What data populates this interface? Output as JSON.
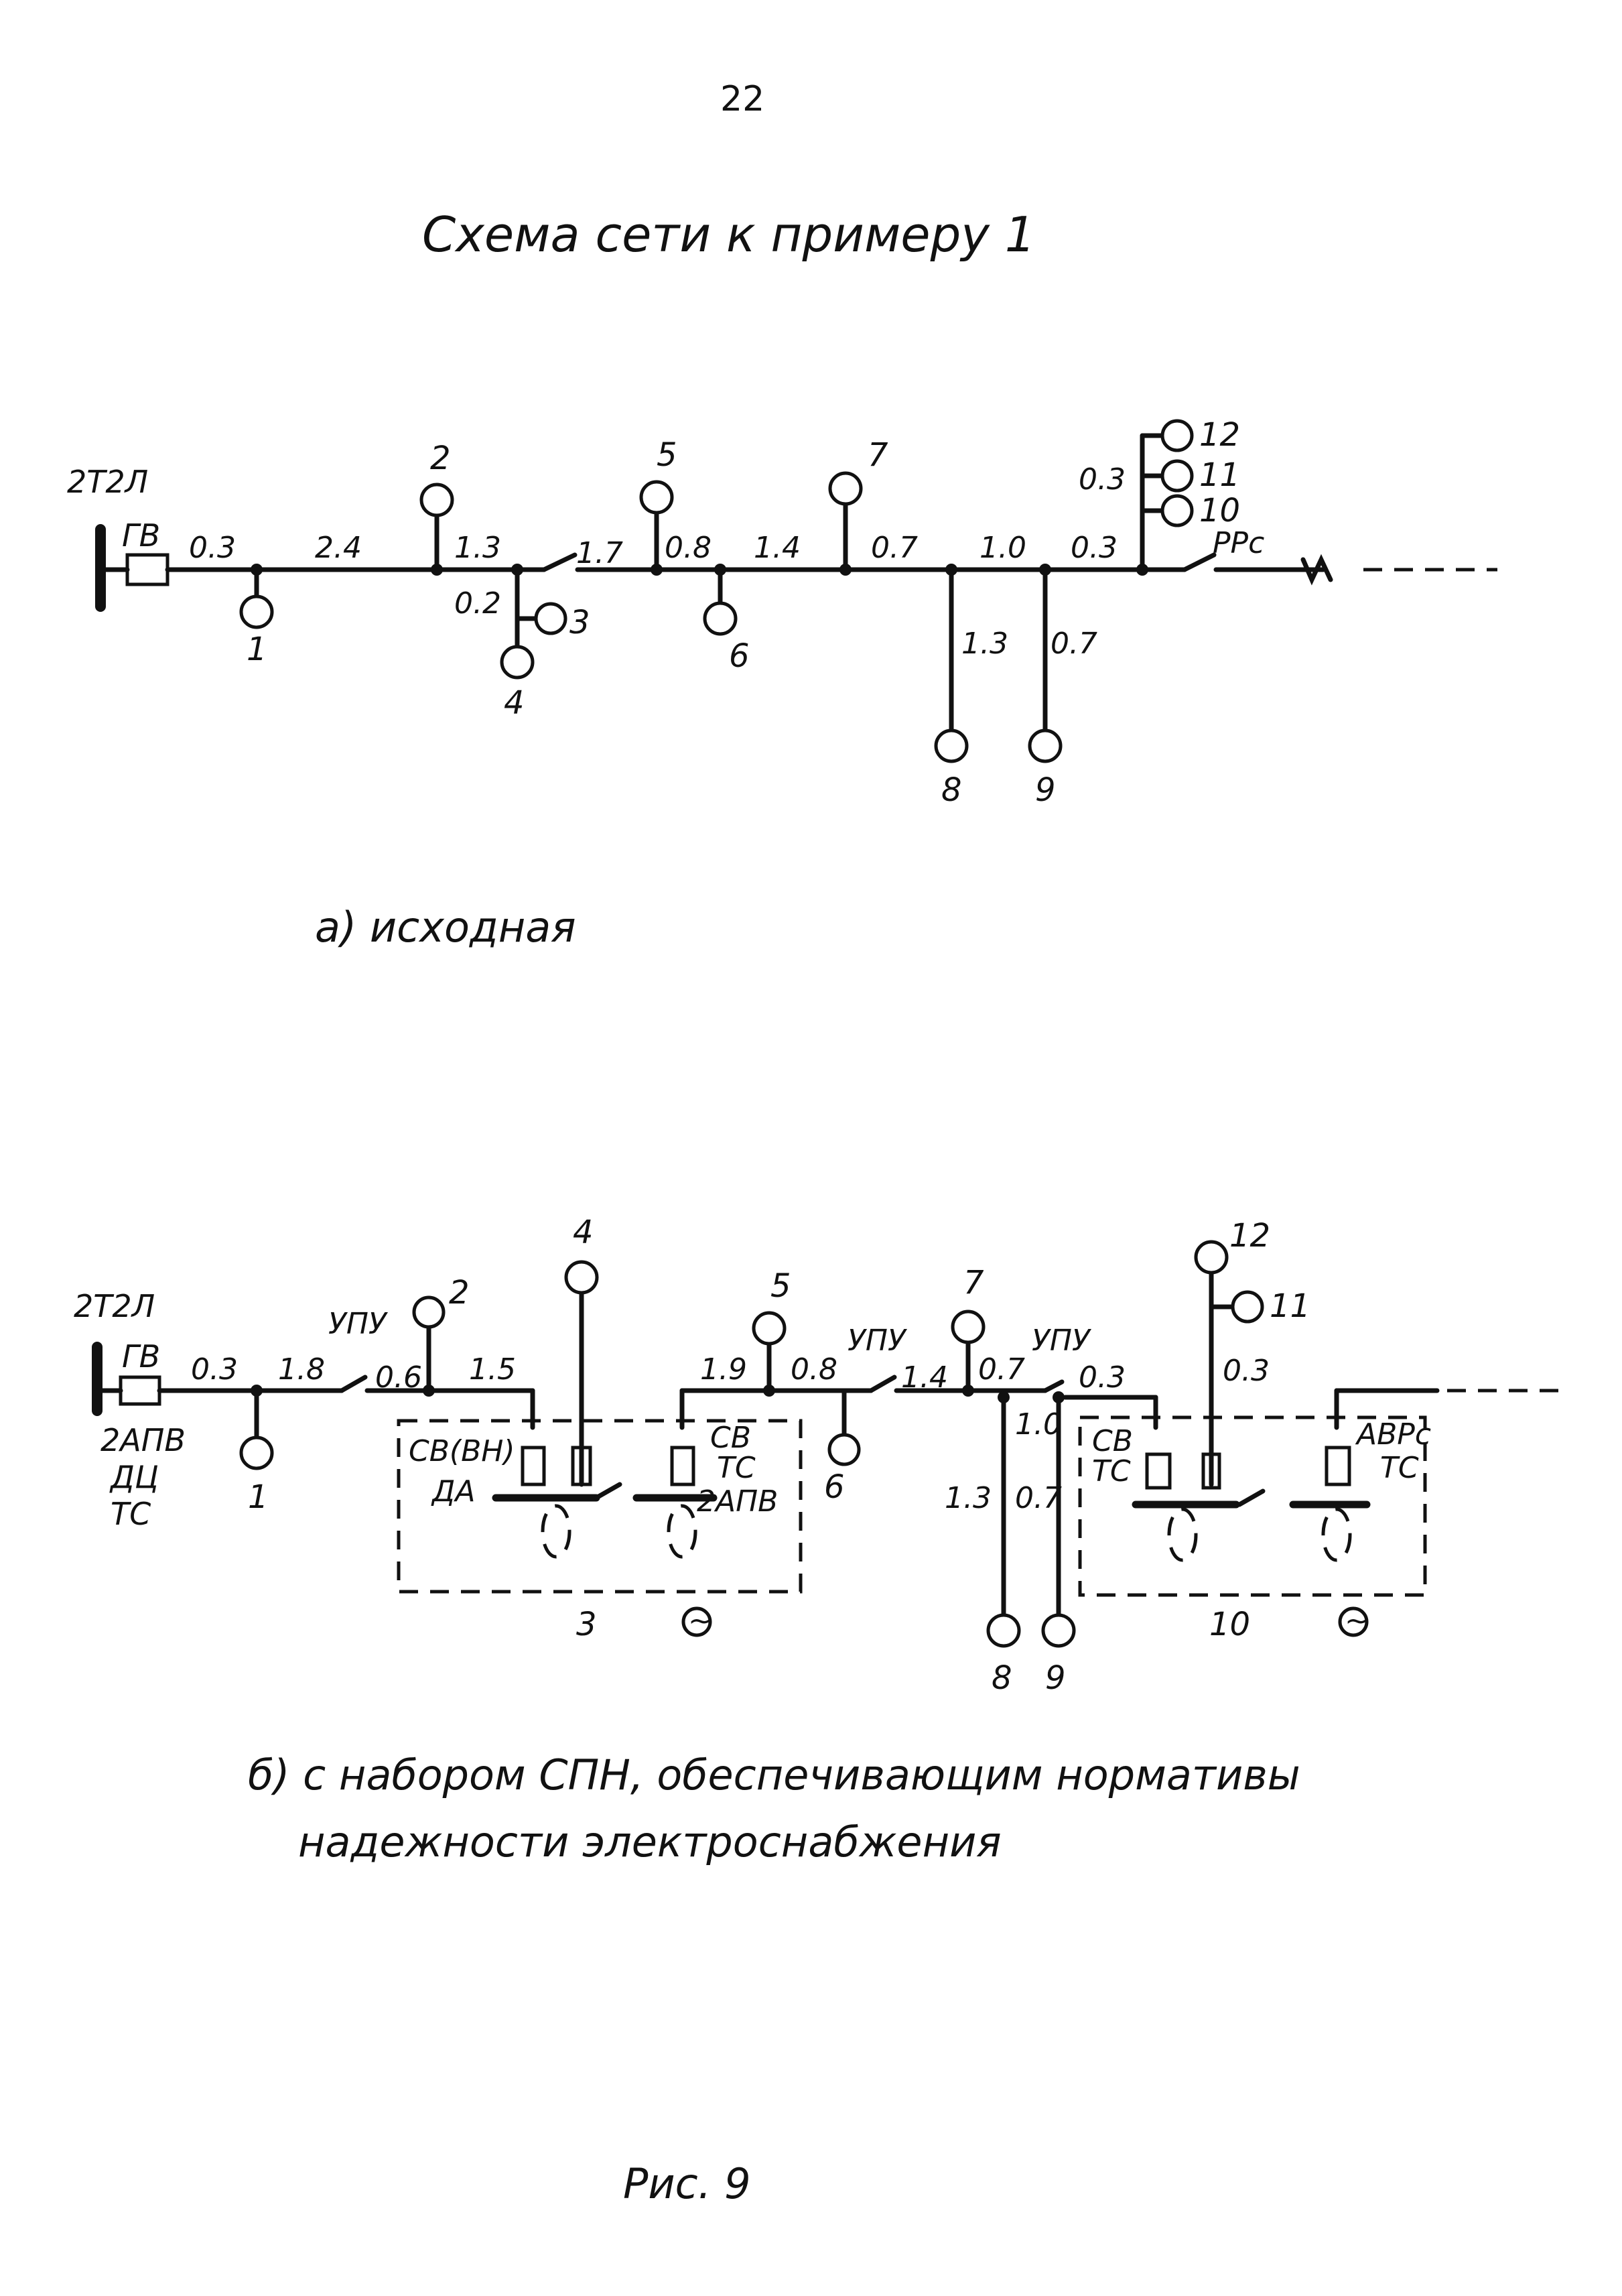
{
  "page_number": "22",
  "title": "Схема сети к примеру 1",
  "scheme_a": {
    "source": "2Т2Л",
    "switch": "ГВ",
    "segments": [
      "0.3",
      "2.4",
      "1.3",
      "0.2",
      "1.7",
      "0.8",
      "1.4",
      "0.7",
      "1.0",
      "0.3",
      "1.3",
      "0.7",
      "0.3"
    ],
    "consumers": [
      "1",
      "2",
      "3",
      "4",
      "5",
      "6",
      "7",
      "8",
      "9",
      "10",
      "11",
      "12"
    ],
    "end_device": "РРс",
    "caption": "а) исходная"
  },
  "scheme_b": {
    "source": "2Т2Л",
    "switch": "ГВ",
    "source_devices": [
      "2АПВ",
      "ДЦ",
      "ТС"
    ],
    "upu": "УПУ",
    "segments": [
      "0.3",
      "1.8",
      "0.6",
      "1.5",
      "1.9",
      "0.8",
      "1.4",
      "0.7",
      "0.3",
      "1.0",
      "1.3",
      "0.7",
      "0.3"
    ],
    "consumers": [
      "1",
      "2",
      "4",
      "5",
      "6",
      "7",
      "8",
      "9",
      "11",
      "12"
    ],
    "substation_3": {
      "name": "3",
      "labels": [
        "СВ(ВН)",
        "ДА",
        "СВ",
        "ТС",
        "2АПВ"
      ]
    },
    "substation_10": {
      "name": "10",
      "labels": [
        "СВ",
        "ТС",
        "АВРс",
        "ТС"
      ]
    },
    "generator_symbol": "~",
    "caption_line1": "б) с набором СПН, обеспечивающим нормативы",
    "caption_line2": "надежности электроснабжения"
  },
  "figure_caption": "Рис. 9"
}
